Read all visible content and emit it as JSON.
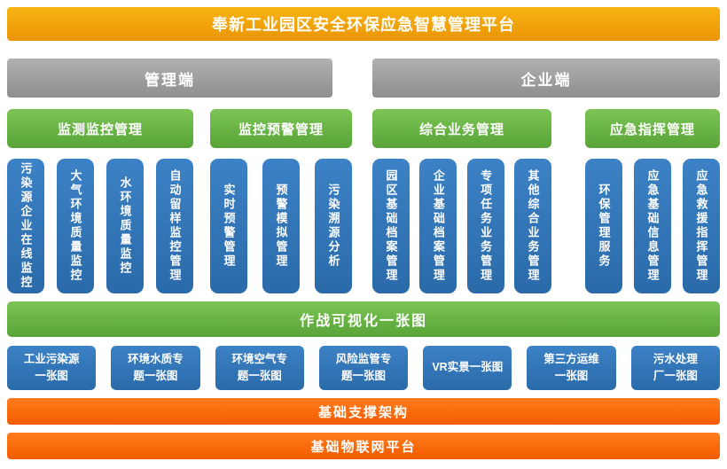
{
  "title": "奉新工业园区安全环保应急智慧管理平台",
  "sides": [
    {
      "label": "管理端"
    },
    {
      "label": "企业端"
    }
  ],
  "groups": [
    {
      "header": "监测监控管理",
      "items": [
        {
          "label": "污染源企业在线监控"
        },
        {
          "label": "大气环境质量监控"
        },
        {
          "label": "水环境质量监控"
        },
        {
          "label": "自动留样监控管理"
        }
      ]
    },
    {
      "header": "监控预警管理",
      "items": [
        {
          "label": "实时预警管理"
        },
        {
          "label": "预警模拟管理"
        },
        {
          "label": "污染溯源分析"
        }
      ]
    },
    {
      "header": "综合业务管理",
      "items": [
        {
          "label": "园区基础档案管理"
        },
        {
          "label": "企业基础档案管理"
        },
        {
          "label": "专项任务业务管理"
        },
        {
          "label": "其他综合业务管理"
        }
      ]
    },
    {
      "header": "应急指挥管理",
      "items": [
        {
          "label": "环保管理服务"
        },
        {
          "label": "应急基础信息管理"
        },
        {
          "label": "应急救援指挥管理"
        }
      ]
    }
  ],
  "visualization": {
    "header": "作战可视化一张图",
    "items": [
      {
        "label": "工业污染源\n一张图"
      },
      {
        "label": "环境水质专\n题一张图"
      },
      {
        "label": "环境空气专\n题一张图"
      },
      {
        "label": "风险监管专\n题一张图"
      },
      {
        "label": "VR实景一张图"
      },
      {
        "label": "第三方运维\n一张图"
      },
      {
        "label": "污水处理\n厂一张图"
      }
    ]
  },
  "foundation": [
    {
      "label": "基础支撑架构"
    },
    {
      "label": "基础物联网平台"
    }
  ],
  "colors": {
    "title_orange": "#F0A30A",
    "gray": "#9D9D9D",
    "green": "#6AB04C",
    "blue": "#2E74B5",
    "bottom_orange": "#FB6A10"
  }
}
